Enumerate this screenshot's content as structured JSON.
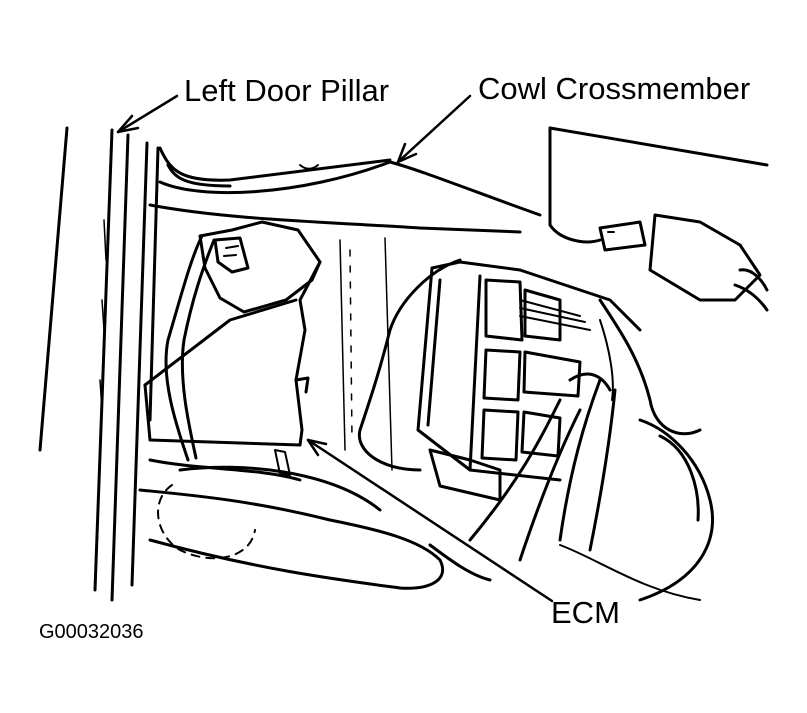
{
  "diagram": {
    "labels": {
      "left_door_pillar": "Left Door Pillar",
      "cowl_crossmember": "Cowl Crossmember",
      "ecm": "ECM"
    },
    "figure_id": "G00032036",
    "colors": {
      "ink": "#000000",
      "background": "#ffffff"
    }
  }
}
